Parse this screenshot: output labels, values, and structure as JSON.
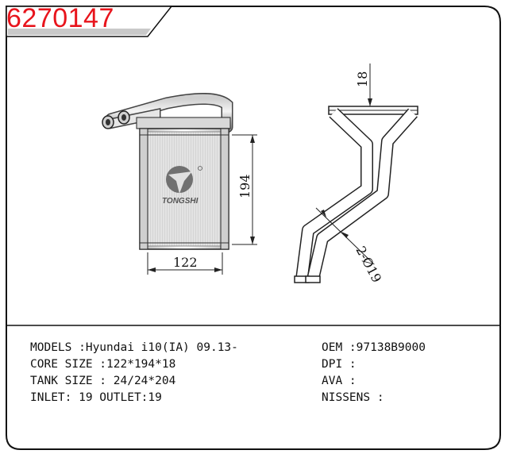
{
  "header": {
    "part_number": "6270147"
  },
  "drawing": {
    "brand": "TONGSHI",
    "dim_width": "122",
    "dim_height": "194",
    "dim_depth": "18",
    "dim_pipe": "2-Ø19"
  },
  "specs": {
    "models": "MODELS :Hyundai i10(IA) 09.13-",
    "core_size": "CORE SIZE :122*194*18",
    "tank_size": "TANK SIZE : 24/24*204",
    "inlet_outlet": "INLET: 19 OUTLET:19",
    "oem": "OEM :97138B9000",
    "dpi": "DPI :",
    "ava": "AVA :",
    "nissens": "NISSENS :"
  }
}
